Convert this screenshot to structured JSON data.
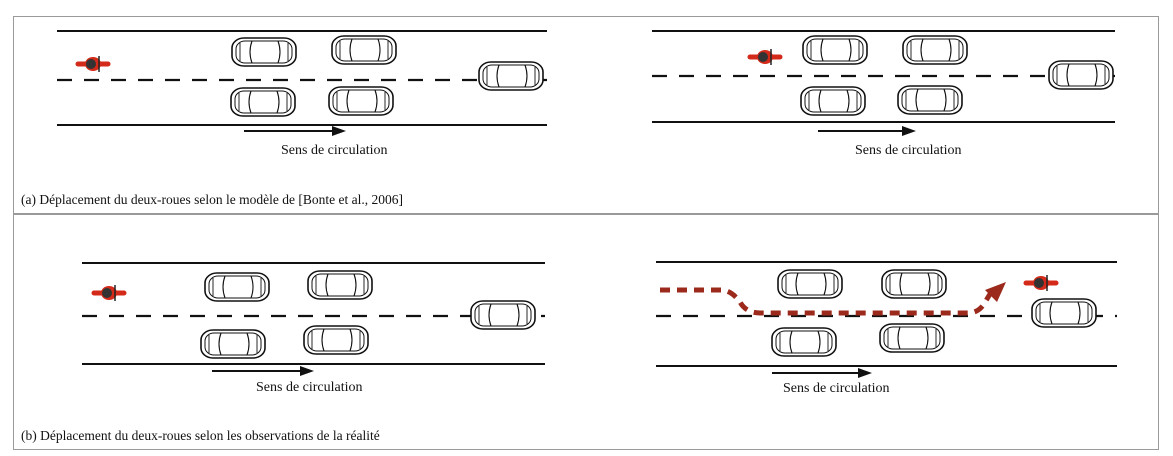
{
  "panels": [
    {
      "caption": "(a) Déplacement du deux-roues selon le modèle de [Bonte et al., 2006]",
      "scenes": [
        {
          "direction_label": "Sens de circulation"
        },
        {
          "direction_label": "Sens de circulation"
        }
      ]
    },
    {
      "caption": "(b) Déplacement du deux-roues selon les observations de la réalité",
      "scenes": [
        {
          "direction_label": "Sens de circulation"
        },
        {
          "direction_label": "Sens de circulation"
        }
      ]
    }
  ],
  "colors": {
    "motorcycle": "#d42a1a",
    "trajectory": "#9c2a1c",
    "outline": "#111111",
    "frame": "#9a9a9a"
  },
  "icons": [
    "car-icon",
    "motorcycle-icon",
    "trajectory-arrow"
  ]
}
